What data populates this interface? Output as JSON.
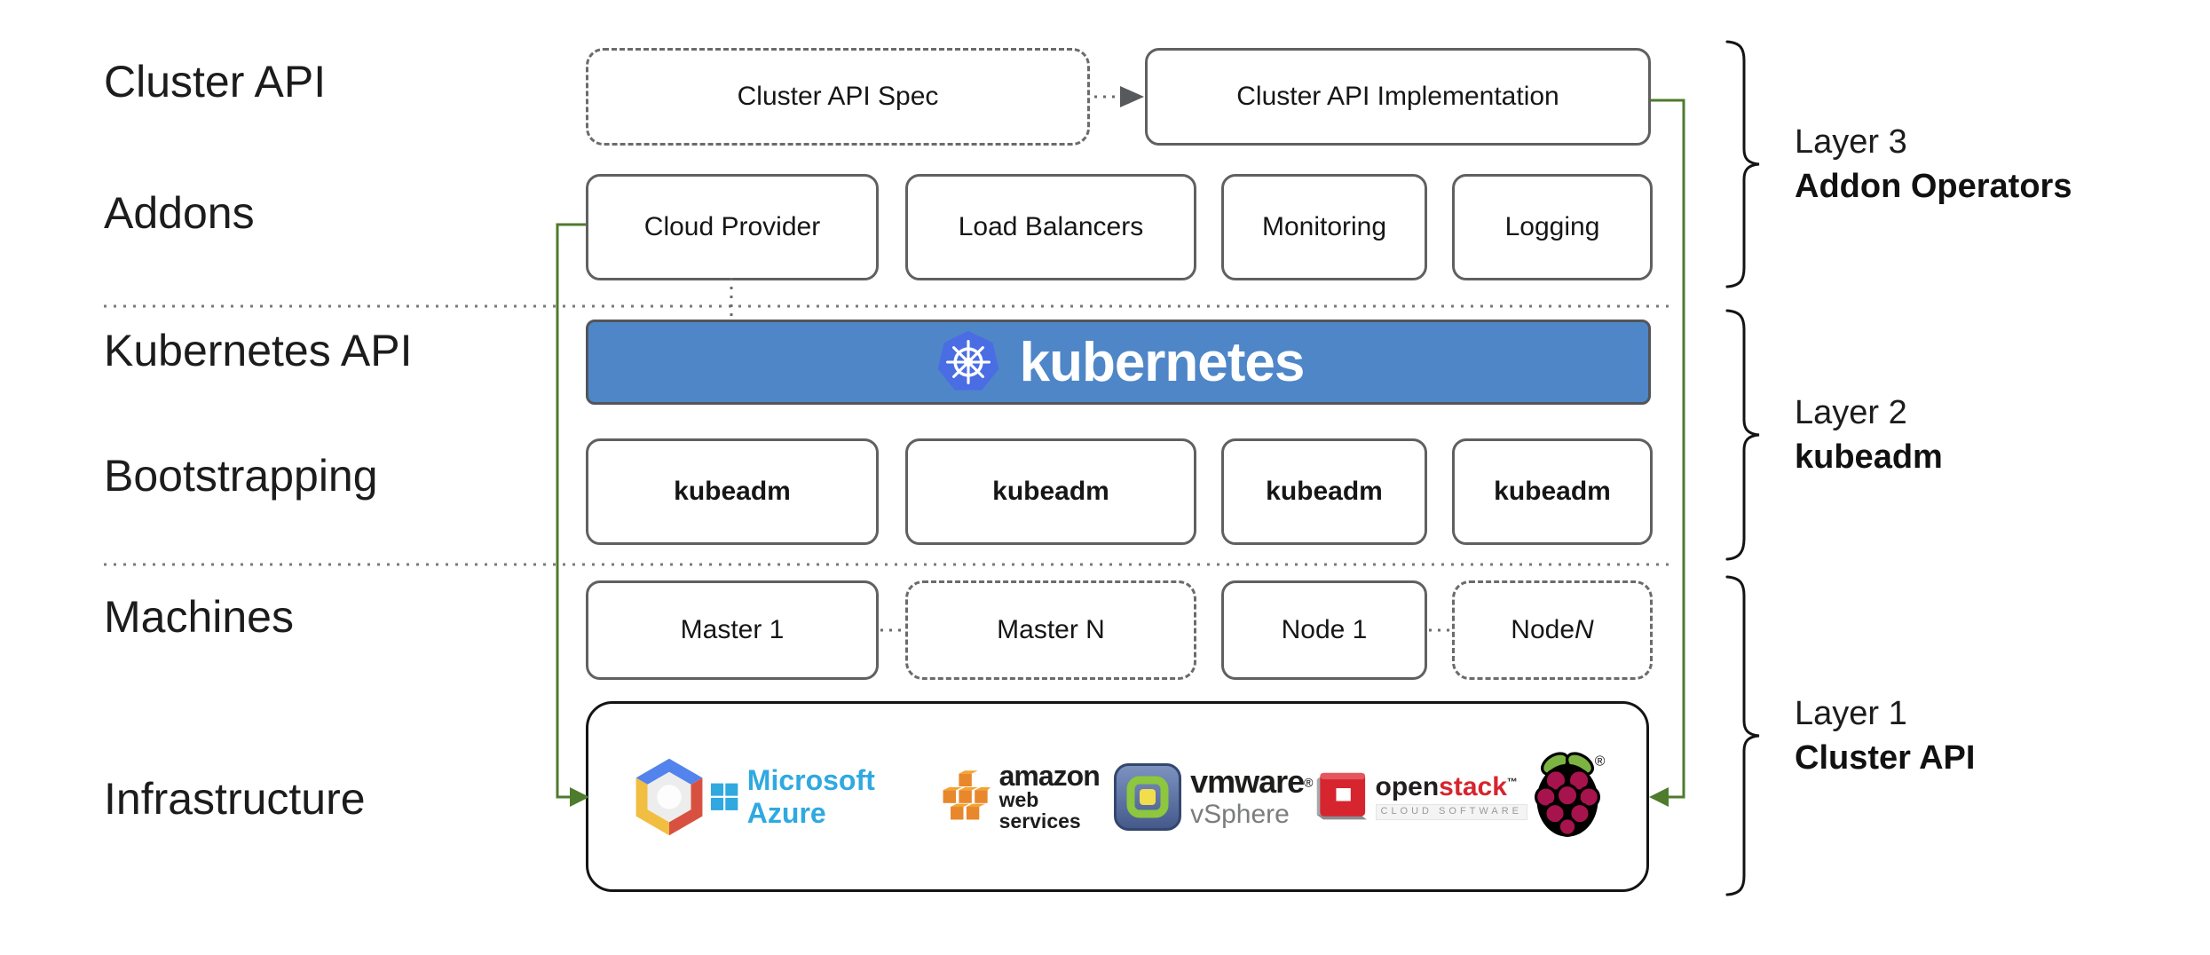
{
  "left_labels": [
    "Cluster API",
    "Addons",
    "Kubernetes API",
    "Bootstrapping",
    "Machines",
    "Infrastructure"
  ],
  "cluster_api_row": {
    "spec": "Cluster API Spec",
    "implementation": "Cluster API Implementation"
  },
  "addons_row": [
    "Cloud Provider",
    "Load Balancers",
    "Monitoring",
    "Logging"
  ],
  "kubernetes_banner": {
    "wordmark": "kubernetes"
  },
  "bootstrapping_row": [
    "kubeadm",
    "kubeadm",
    "kubeadm",
    "kubeadm"
  ],
  "machines_row": [
    {
      "label": "Master 1",
      "suffix": "",
      "border": "solid"
    },
    {
      "label": "Master N",
      "suffix": "",
      "border": "dashed"
    },
    {
      "label": "Node 1",
      "suffix": "",
      "border": "solid"
    },
    {
      "label": "Node ",
      "suffix": "N",
      "border": "dashed"
    }
  ],
  "layers": [
    {
      "title": "Layer 3",
      "subtitle": "Addon Operators"
    },
    {
      "title": "Layer 2",
      "subtitle": "kubeadm"
    },
    {
      "title": "Layer 1",
      "subtitle": "Cluster API"
    }
  ],
  "infrastructure_logos": {
    "google_cloud": {
      "icon": "google-cloud-hexagon-icon"
    },
    "azure": {
      "icon": "microsoft-window-icon",
      "text": "Microsoft Azure"
    },
    "aws": {
      "icon": "aws-boxes-icon",
      "name": "amazon",
      "subtitle": "web services"
    },
    "vmware": {
      "icon": "vmware-puzzle-icon",
      "name": "vmware",
      "reg": "®",
      "product": "vSphere"
    },
    "openstack": {
      "icon": "openstack-cube-icon",
      "name_black": "open",
      "name_red": "stack",
      "tm": "™",
      "subtitle": "CLOUD SOFTWARE"
    },
    "raspberry_pi": {
      "icon": "raspberry-pi-icon",
      "reg": "®"
    }
  },
  "colors": {
    "banner_blue": "#4e86c8",
    "k8s_logo_blue": "#4a6de4",
    "connector_green": "#4e7b2c",
    "box_border_gray": "#606062",
    "dotted_gray": "#7a7a7a",
    "azure_blue": "#2fa9e0",
    "aws_orange": "#e8872b",
    "vmware_green": "#8dc63f",
    "openstack_red": "#d6252e",
    "raspberry_crimson": "#a6134d",
    "leaf_green": "#7cb342",
    "text_black": "#1c1c1c"
  }
}
